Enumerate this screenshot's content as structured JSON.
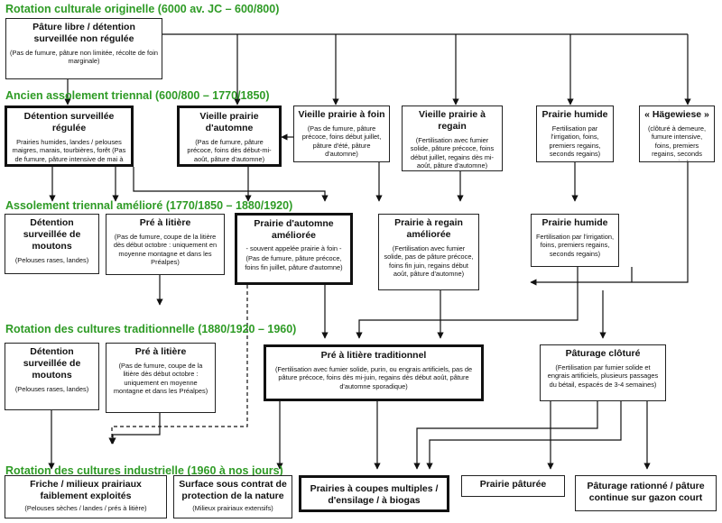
{
  "eras": [
    {
      "id": "era0",
      "label": "Rotation culturale originelle (6000 av. JC – 600/800)"
    },
    {
      "id": "era1",
      "label": "Ancien assolement triennal (600/800 – 1770/1850)"
    },
    {
      "id": "era2",
      "label": "Assolement triennal amélioré (1770/1850 – 1880/1920)"
    },
    {
      "id": "era3",
      "label": "Rotation des cultures traditionnelle (1880/1920 – 1960)"
    },
    {
      "id": "era4",
      "label": "Rotation des cultures industrielle (1960 à nos jours)"
    }
  ],
  "nodes": {
    "paturage_libre": {
      "title": "Pâture libre / détention surveillée non régulée",
      "desc": "(Pas de fumure, pâture non limitée, récolte de foin marginale)"
    },
    "detention_reglee": {
      "title": "Détention surveillée régulée",
      "desc": "Prairies humides, landes / pelouses maigres, marais, tourbières, forêt (Pas de fumure, pâture intensive de mai à août/septembre)"
    },
    "vieille_automne": {
      "title": "Vieille prairie d'automne",
      "desc": "(Pas de fumure, pâture précoce, foins dès début-mi-août, pâture d'automne)"
    },
    "vieille_foin": {
      "title": "Vieille prairie à foin",
      "desc": "(Pas de fumure, pâture précoce, foins début juillet, pâture d'été, pâture d'automne)"
    },
    "vieille_regain": {
      "title": "Vieille prairie à regain",
      "desc": "(Fertilisation avec fumier solide, pâture précoce, foins début juillet, regains dès mi-août, pâture d'automne)"
    },
    "prairie_humide_1": {
      "title": "Prairie humide",
      "desc": "Fertilisation par l'irrigation, foins, premiers regains, seconds regains)"
    },
    "hagewiese": {
      "title": "« Hägewiese »",
      "desc": "(clôturé à demeure, fumure intensive, foins, premiers regains, seconds regains)"
    },
    "detention_moutons_1": {
      "title": "Détention surveillée de moutons",
      "desc": "(Pelouses rases, landes)"
    },
    "pre_litiere_1": {
      "title": "Pré à litière",
      "desc": "(Pas de fumure, coupe de la litière dès début octobre : uniquement en moyenne montagne et dans les Préalpes)"
    },
    "prairie_automne_amelioree": {
      "title": "Prairie d'automne améliorée",
      "sub": "- souvent appelée prairie à foin -",
      "desc": "(Pas de fumure, pâture précoce, foins fin juillet, pâture d'automne)"
    },
    "prairie_regain_amelioree": {
      "title": "Prairie à regain améliorée",
      "desc": "(Fertilisation avec fumier solide, pas de pâture précoce, foins fin juin, regains début août, pâture d'automne)"
    },
    "prairie_humide_2": {
      "title": "Prairie humide",
      "desc": "Fertilisation par l'irrigation, foins, premiers regains, seconds regains)"
    },
    "detention_moutons_2": {
      "title": "Détention surveillée de moutons",
      "desc": "(Pelouses rases, landes)"
    },
    "pre_litiere_2": {
      "title": "Pré à litière",
      "desc": "(Pas de fumure, coupe de la litière dès début octobre : uniquement en moyenne montagne et dans les Préalpes)"
    },
    "pre_litiere_traditionnel": {
      "title": "Pré à litière traditionnel",
      "desc": "(Fertilisation avec fumier solide, purin, ou engrais artificiels, pas de pâture précoce, foins dès mi-juin, regains dès début août, pâture d'automne sporadique)"
    },
    "paturage_cloture": {
      "title": "Pâturage clôturé",
      "desc": "(Fertilisation par fumier solide et engrais artificiels, plusieurs passages du bétail, espacés de 3-4 semaines)"
    },
    "friche": {
      "title": "Friche / milieux prairiaux faiblement exploités",
      "desc": "(Pelouses sèches / landes / prés à litière)"
    },
    "surface_contrat": {
      "title": "Surface sous contrat de protection de la nature",
      "desc": "(Milieux prairiaux extensifs)"
    },
    "prairies_coupes": {
      "title": "Prairies à coupes multiples / d'ensilage / à biogas"
    },
    "prairie_paturee": {
      "title": "Prairie pâturée"
    },
    "paturage_rationne": {
      "title": "Pâturage rationné / pâture continue sur gazon court"
    }
  },
  "colors": {
    "era_label": "#2e9b25",
    "line": "#111111",
    "box_border": "#222222"
  }
}
